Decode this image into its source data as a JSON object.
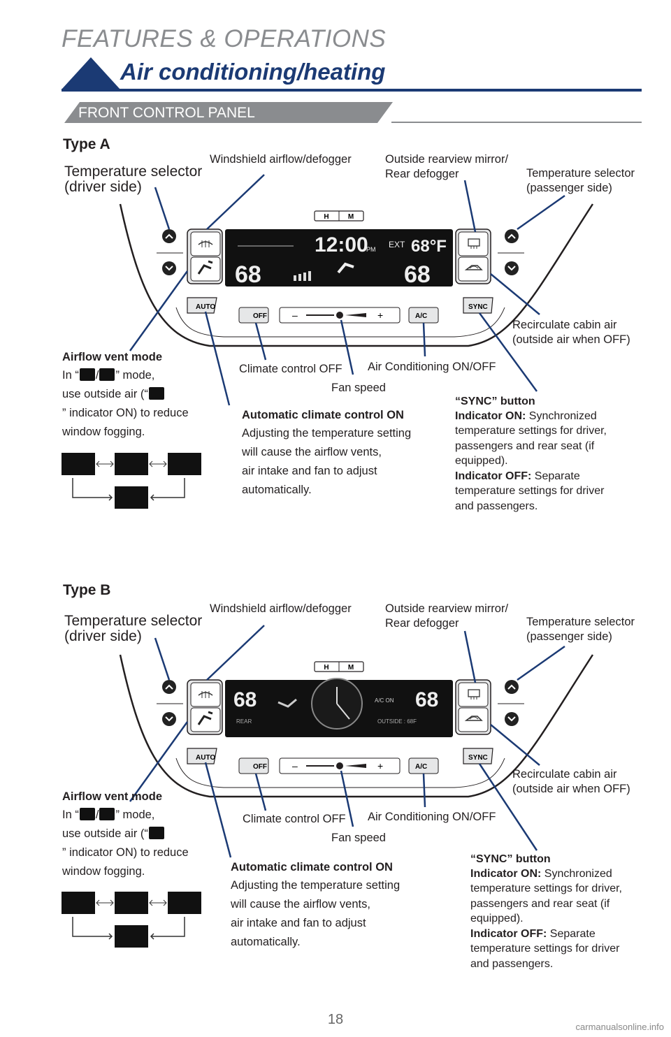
{
  "header": {
    "title": "FEATURES & OPERATIONS",
    "section": "Air conditioning/heating",
    "subsection": "FRONT CONTROL PANEL"
  },
  "type_a": {
    "label": "Type A",
    "temp_driver": [
      "Temperature selector",
      "(driver side)"
    ],
    "windshield": "Windshield airflow/defogger",
    "mirror": [
      "Outside rearview mirror/",
      "Rear defogger"
    ],
    "temp_passenger": [
      "Temperature selector",
      "(passenger side)"
    ],
    "recirculate": [
      "Recirculate cabin air",
      "(outside air when OFF)"
    ],
    "climate_off": "Climate control OFF",
    "ac": "Air Conditioning ON/OFF",
    "fan": "Fan speed",
    "airflow_title": "Airflow vent mode",
    "airflow_lines": [
      "In “",
      "/",
      "” mode,",
      "use outside air (“",
      "” indicator ON) to reduce",
      "window fogging."
    ],
    "auto_title": "Automatic climate control ON",
    "auto_lines": [
      "Adjusting the temperature setting",
      "will cause the airflow vents,",
      "air intake and fan to adjust",
      "automatically."
    ],
    "sync_title": "“SYNC” button",
    "sync_on_label": "Indicator ON:",
    "sync_on_text": "Synchronized",
    "sync_lines_1": [
      "temperature settings for driver,",
      "passengers and rear seat (if",
      "equipped)."
    ],
    "sync_off_label": "Indicator OFF:",
    "sync_off_text": "Separate",
    "sync_lines_2": [
      "temperature settings for driver",
      "and passengers."
    ],
    "display": {
      "clock": "12:00",
      "pm": "PM",
      "ext": "EXT",
      "ext_temp": "68°F",
      "left_temp": "68",
      "right_temp": "68"
    }
  },
  "type_b": {
    "label": "Type B",
    "temp_driver": [
      "Temperature selector",
      "(driver side)"
    ],
    "windshield": "Windshield airflow/defogger",
    "mirror": [
      "Outside rearview mirror/",
      "Rear defogger"
    ],
    "temp_passenger": [
      "Temperature selector",
      "(passenger side)"
    ],
    "recirculate": [
      "Recirculate cabin air",
      "(outside air when OFF)"
    ],
    "climate_off": "Climate control OFF",
    "ac": "Air Conditioning ON/OFF",
    "fan": "Fan speed",
    "airflow_title": "Airflow vent mode",
    "airflow_lines": [
      "In “",
      "/",
      "” mode,",
      "use outside air (“",
      "” indicator ON) to reduce",
      "window fogging."
    ],
    "auto_title": "Automatic climate control ON",
    "auto_lines": [
      "Adjusting the temperature setting",
      "will cause the airflow vents,",
      "air intake and fan to adjust",
      "automatically."
    ],
    "sync_title": "“SYNC” button",
    "sync_on_label": "Indicator ON:",
    "sync_on_text": "Synchronized",
    "sync_lines_1": [
      "temperature settings for driver,",
      "passengers and rear seat (if",
      "equipped)."
    ],
    "sync_off_label": "Indicator OFF:",
    "sync_off_text": "Separate",
    "sync_lines_2": [
      "temperature settings for driver",
      "and passengers."
    ],
    "display": {
      "left_temp": "68",
      "right_temp": "68",
      "ac_on": "A/C ON",
      "rear": "REAR",
      "outside": "OUTSIDE : 68F"
    }
  },
  "panel_buttons": {
    "h": "H",
    "m": "M",
    "auto": "AUTO",
    "off": "OFF",
    "ac": "A/C",
    "sync": "SYNC",
    "minus": "–",
    "plus": "+"
  },
  "page_number": "18",
  "watermark": "carmanualsonline.info",
  "colors": {
    "navy": "#1b3a74",
    "gray": "#8a8c8f",
    "panel": "#e6e7e8",
    "display": "#111111"
  }
}
